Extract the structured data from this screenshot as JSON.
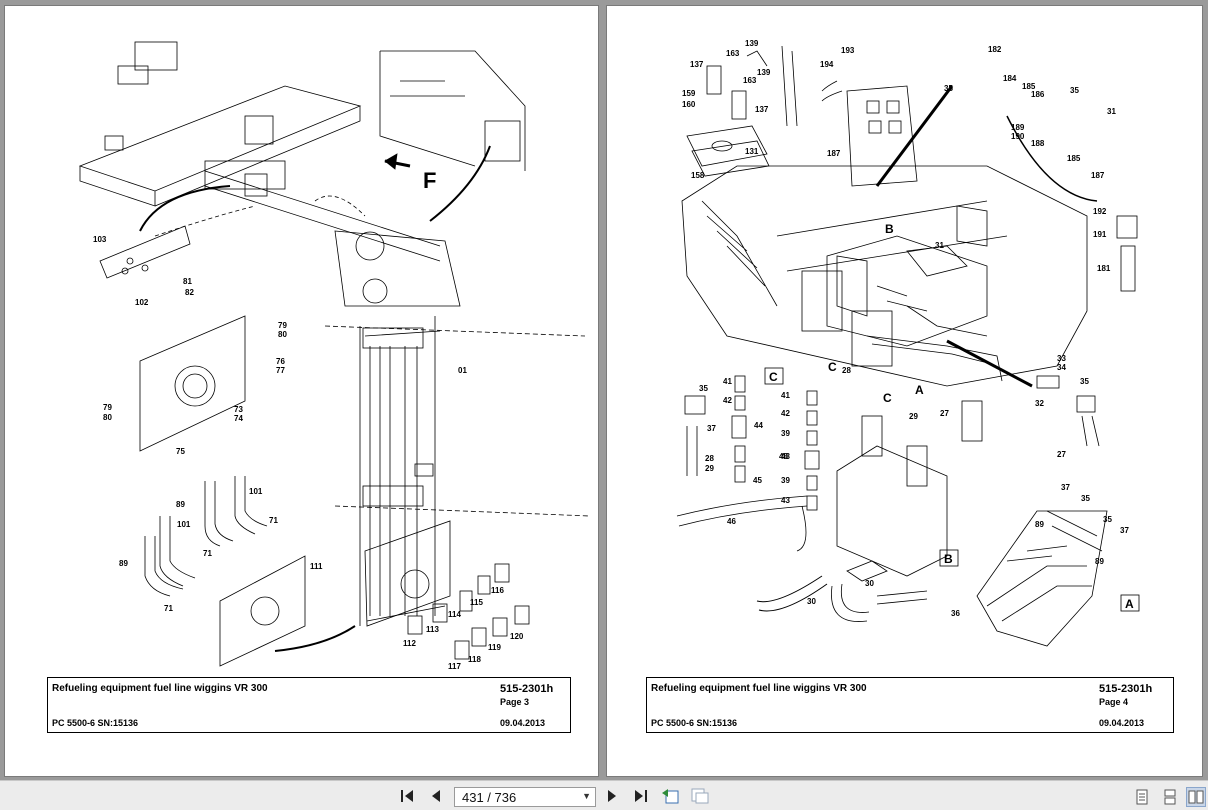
{
  "left_page": {
    "title": "Refueling equipment fuel line wiggins VR 300",
    "doc_no": "515-2301h",
    "page_label": "Page 3",
    "model": "PC 5500-6 SN:15136",
    "date": "09.04.2013",
    "view_label": "F",
    "callouts": [
      "01",
      "103",
      "102",
      "81",
      "82",
      "79",
      "80",
      "76",
      "77",
      "79",
      "80",
      "73",
      "74",
      "75",
      "89",
      "101",
      "71",
      "101",
      "71",
      "89",
      "71",
      "111",
      "112",
      "113",
      "114",
      "115",
      "116",
      "117",
      "118",
      "119",
      "120"
    ]
  },
  "right_page": {
    "title": "Refueling equipment fuel line wiggins VR 300",
    "doc_no": "515-2301h",
    "page_label": "Page 4",
    "model": "PC 5500-6 SN:15136",
    "date": "09.04.2013",
    "views": [
      "B",
      "A",
      "C",
      "C",
      "C",
      "B",
      "A"
    ],
    "callouts": [
      "139",
      "163",
      "137",
      "193",
      "182",
      "194",
      "139",
      "163",
      "137",
      "35",
      "184",
      "185",
      "186",
      "35",
      "159",
      "160",
      "131",
      "187",
      "31",
      "189",
      "190",
      "188",
      "185",
      "187",
      "158",
      "192",
      "191",
      "181",
      "31",
      "28",
      "29",
      "27",
      "33",
      "34",
      "32",
      "35",
      "41",
      "42",
      "44",
      "37",
      "35",
      "28",
      "29",
      "45",
      "46",
      "41",
      "42",
      "39",
      "48",
      "43",
      "39",
      "43",
      "27",
      "37",
      "35",
      "89",
      "35",
      "37",
      "89",
      "30",
      "30",
      "36"
    ]
  },
  "toolbar": {
    "first_icon": "first-page-icon",
    "prev_icon": "previous-page-icon",
    "page_indicator": "431 / 736",
    "next_icon": "next-page-icon",
    "last_icon": "last-page-icon"
  }
}
